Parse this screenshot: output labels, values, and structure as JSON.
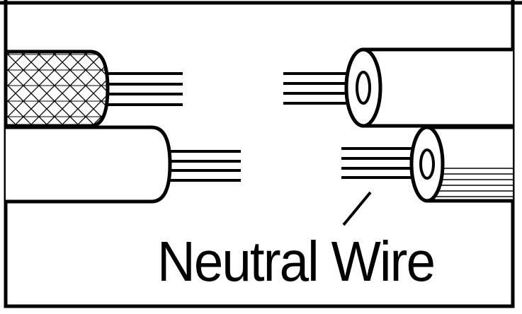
{
  "diagram": {
    "label": "Neutral Wire",
    "colors": {
      "ink": "#000000",
      "paper": "#ffffff"
    },
    "parts": [
      "braided-cable",
      "plain-cable",
      "insulated-cable-upper",
      "insulated-cable-lower",
      "neutral-wire-pointer"
    ]
  }
}
